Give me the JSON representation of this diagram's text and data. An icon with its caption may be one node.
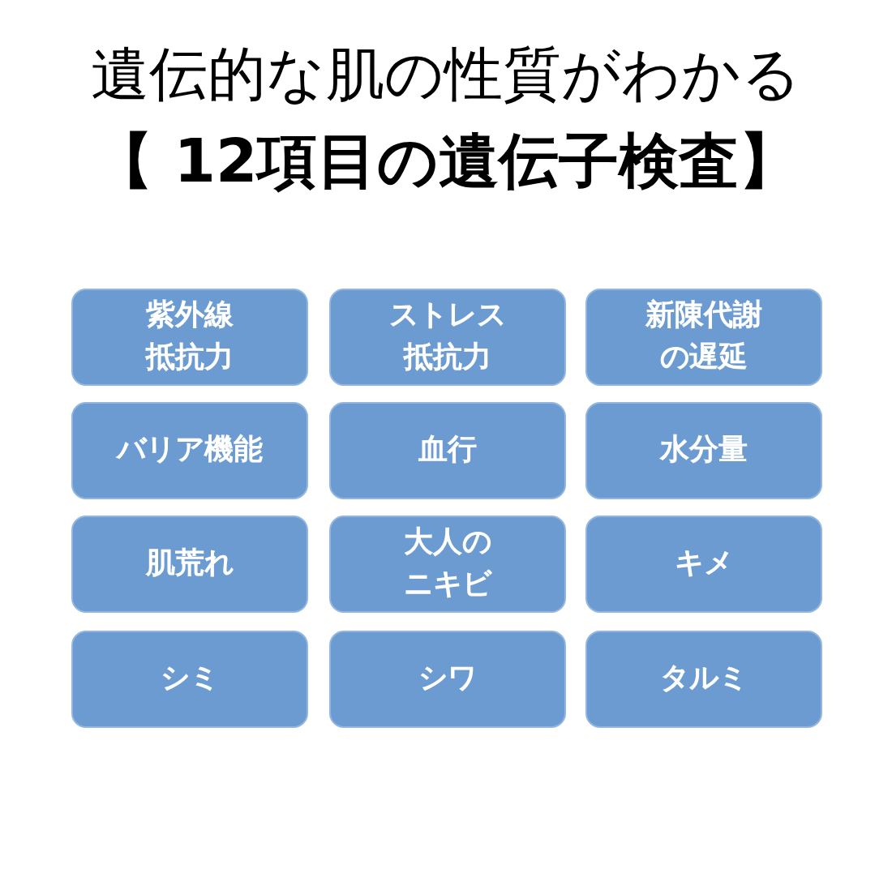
{
  "diagram": {
    "title": "遺伝的な肌の性質がわかる**【 12項目の遺伝子検査】**",
    "nodes": [
      {
        "text": [
          "紫外線抵抗力"
        ]
      },
      {
        "text": [
          "ストレス抵抗力"
        ]
      },
      {
        "text": [
          "新陳代謝の遅延"
        ]
      },
      {
        "text": [
          "バリア機能"
        ]
      },
      {
        "text": [
          "血行"
        ]
      },
      {
        "text": [
          "水分量"
        ]
      },
      {
        "text": [
          "肌荒れ"
        ]
      },
      {
        "text": [
          "大人のニキビ"
        ]
      },
      {
        "text": [
          "キメ"
        ]
      },
      {
        "text": [
          "シミ"
        ]
      },
      {
        "text": [
          "シワ"
        ]
      },
      {
        "text": [
          "タルミ"
        ]
      }
    ]
  }
}
